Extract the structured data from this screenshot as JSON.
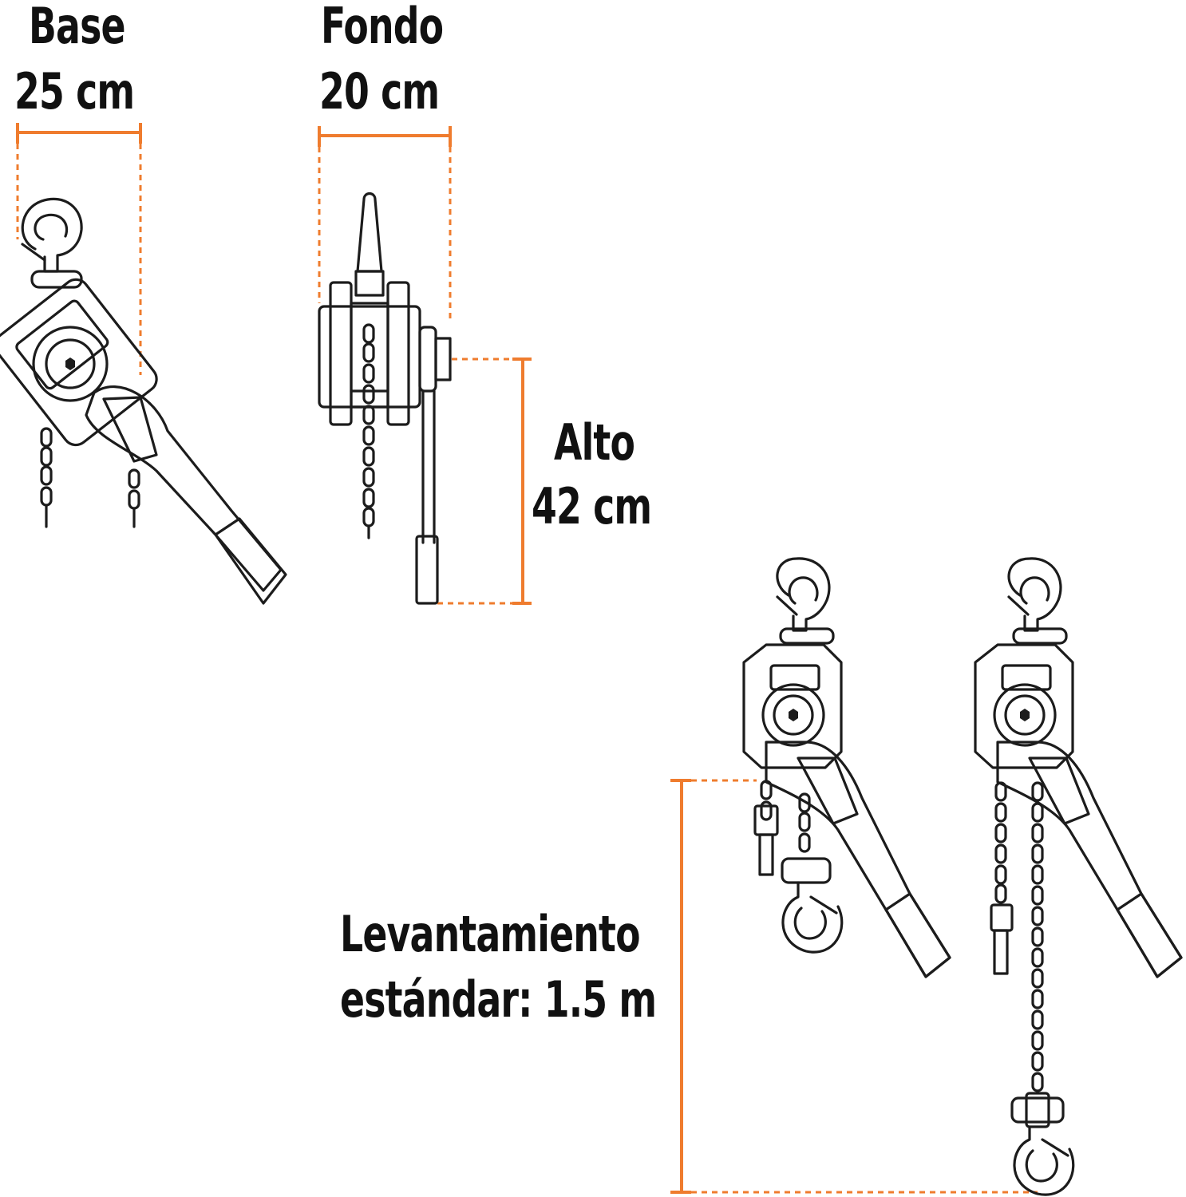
{
  "labels": {
    "base_title": "Base",
    "base_value": "25 cm",
    "depth_title": "Fondo",
    "depth_value": "20 cm",
    "height_title": "Alto",
    "height_value": "42 cm",
    "lift_line1": "Levantamiento",
    "lift_line2": "estándar: 1.5 m"
  },
  "colors": {
    "dimension_lines": "#ef7c2e",
    "line_art": "#1c1c1c",
    "text": "#111111",
    "background": "#ffffff"
  }
}
